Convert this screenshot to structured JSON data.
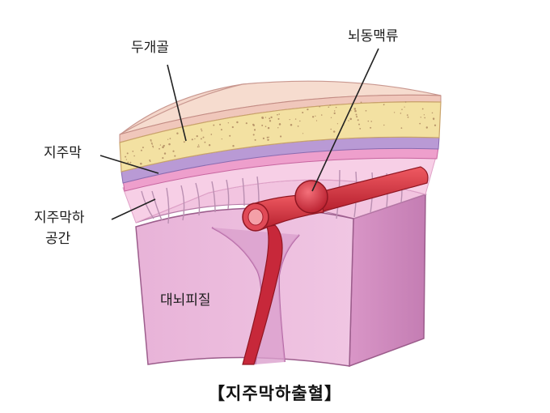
{
  "labels": {
    "skull": "두개골",
    "aneurysm": "뇌동맥류",
    "arachnoid": "지주막",
    "subarachnoid_line1": "지주막하",
    "subarachnoid_line2": "공간",
    "cortex": "대뇌피질"
  },
  "caption": "【지주막하출혈】",
  "colors": {
    "skull_top": "#f3d3c7",
    "bone": "#f3e2a3",
    "bone_edge": "#d9a4a0",
    "membrane_purple": "#b79ad4",
    "membrane_pink": "#f1a3cf",
    "space": "#f6c9e4",
    "brain": "#e9b6d9",
    "brain_dark": "#d48fc1",
    "vessel": "#d92e3c",
    "vessel_dark": "#a81c2b"
  }
}
